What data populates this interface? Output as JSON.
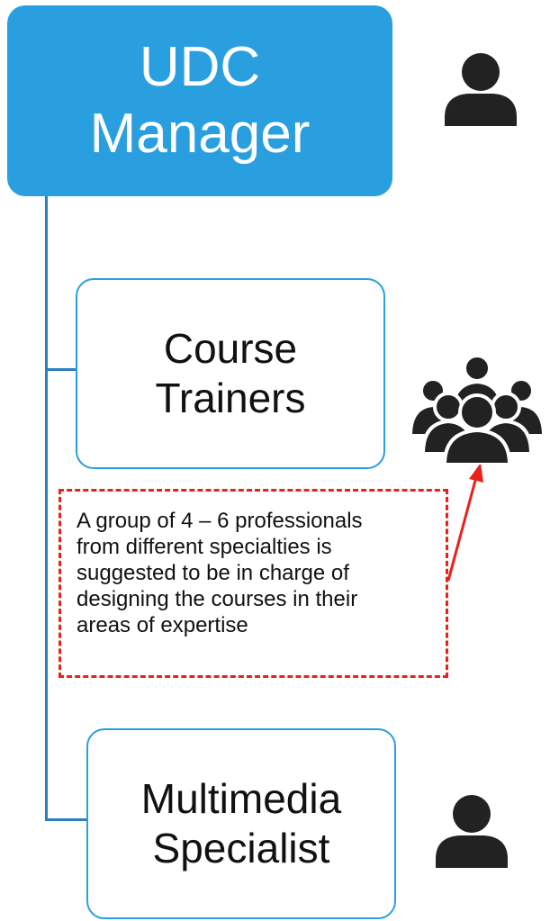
{
  "root": {
    "label_line1": "UDC",
    "label_line2": "Manager",
    "icon": "person-icon"
  },
  "children": [
    {
      "label_line1": "Course",
      "label_line2": "Trainers",
      "icon": "group-icon"
    },
    {
      "label_line1": "Multimedia",
      "label_line2": "Specialist",
      "icon": "person-icon"
    }
  ],
  "note": {
    "lines": [
      "A group of 4 – 6 professionals",
      "from different specialties is",
      "suggested to be in charge of",
      "designing the courses in their",
      "areas of expertise"
    ]
  },
  "colors": {
    "node_fill": "#2a9fe0",
    "connector": "#2a7fc1",
    "note_border": "#e8221b",
    "arrow": "#e8221b",
    "icon": "#222222"
  }
}
